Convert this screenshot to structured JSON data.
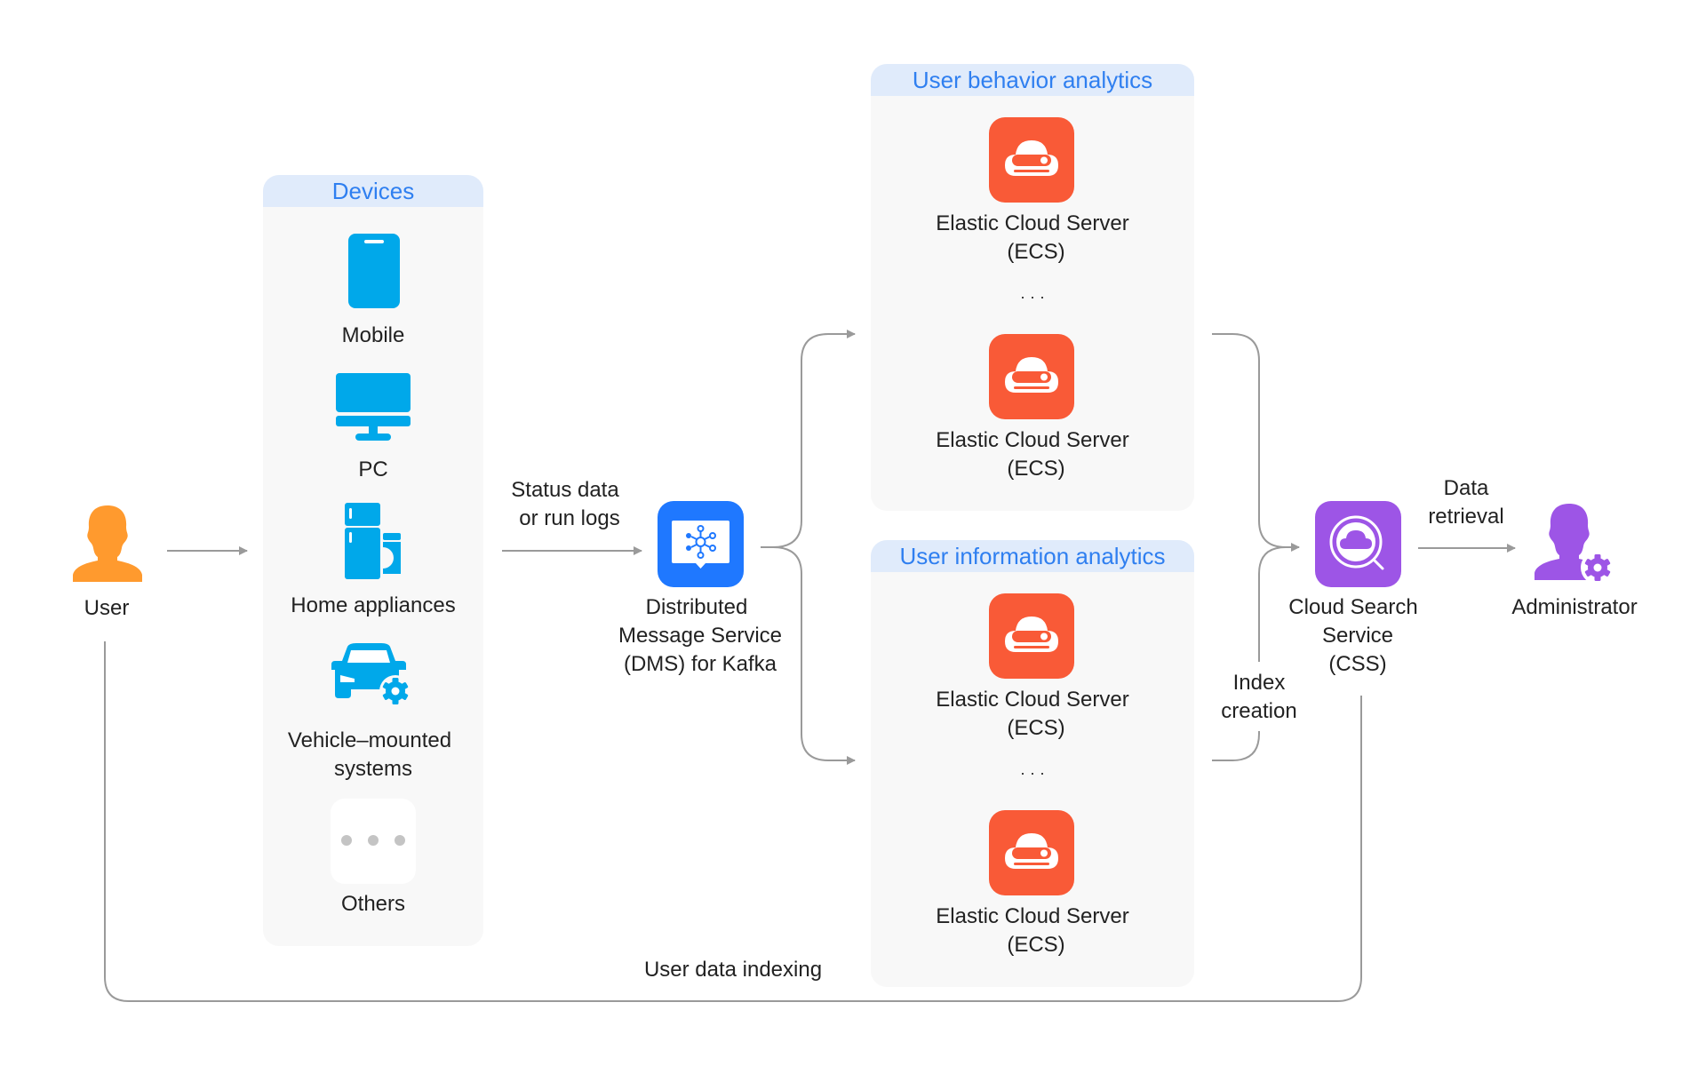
{
  "user": {
    "label": "User"
  },
  "devices": {
    "title": "Devices",
    "items": [
      {
        "label": "Mobile",
        "icon": "mobile-phone-icon"
      },
      {
        "label": "PC",
        "icon": "monitor-icon"
      },
      {
        "label": "Home appliances",
        "icon": "home-appliance-icon"
      },
      {
        "label": "Vehicle-mounted systems",
        "line1": "Vehicle–mounted",
        "line2": "systems",
        "icon": "car-gear-icon"
      },
      {
        "label": "Others",
        "icon": "more-dots-icon"
      }
    ]
  },
  "edges": {
    "status_data_line1": "Status data",
    "status_data_line2": "or run logs",
    "data_retrieval_line1": "Data",
    "data_retrieval_line2": "retrieval",
    "index_creation_line1": "Index",
    "index_creation_line2": "creation",
    "user_data_indexing": "User data indexing"
  },
  "dms": {
    "line1": "Distributed",
    "line2": "Message Service",
    "line3": "(DMS) for Kafka"
  },
  "behavior_panel": {
    "title": "User behavior analytics",
    "servers": [
      {
        "line1": "Elastic Cloud Server",
        "line2": "(ECS)"
      },
      {
        "line1": "Elastic Cloud Server",
        "line2": "(ECS)"
      }
    ],
    "ellipsis": "· · ·"
  },
  "info_panel": {
    "title": "User information analytics",
    "servers": [
      {
        "line1": "Elastic Cloud Server",
        "line2": "(ECS)"
      },
      {
        "line1": "Elastic Cloud Server",
        "line2": "(ECS)"
      }
    ],
    "ellipsis": "· · ·"
  },
  "css": {
    "line1": "Cloud Search",
    "line2": "Service",
    "line3": "(CSS)"
  },
  "admin": {
    "label": "Administrator"
  },
  "colors": {
    "user": "#ff9a2e",
    "device": "#00a8ea",
    "dms": "#1f78ff",
    "ecs": "#f95a37",
    "css": "#9d55e6",
    "admin": "#9d55e6",
    "panel_header": "#e0ebfb",
    "panel_title": "#2f7ff0",
    "connector": "#9a9a9a"
  }
}
